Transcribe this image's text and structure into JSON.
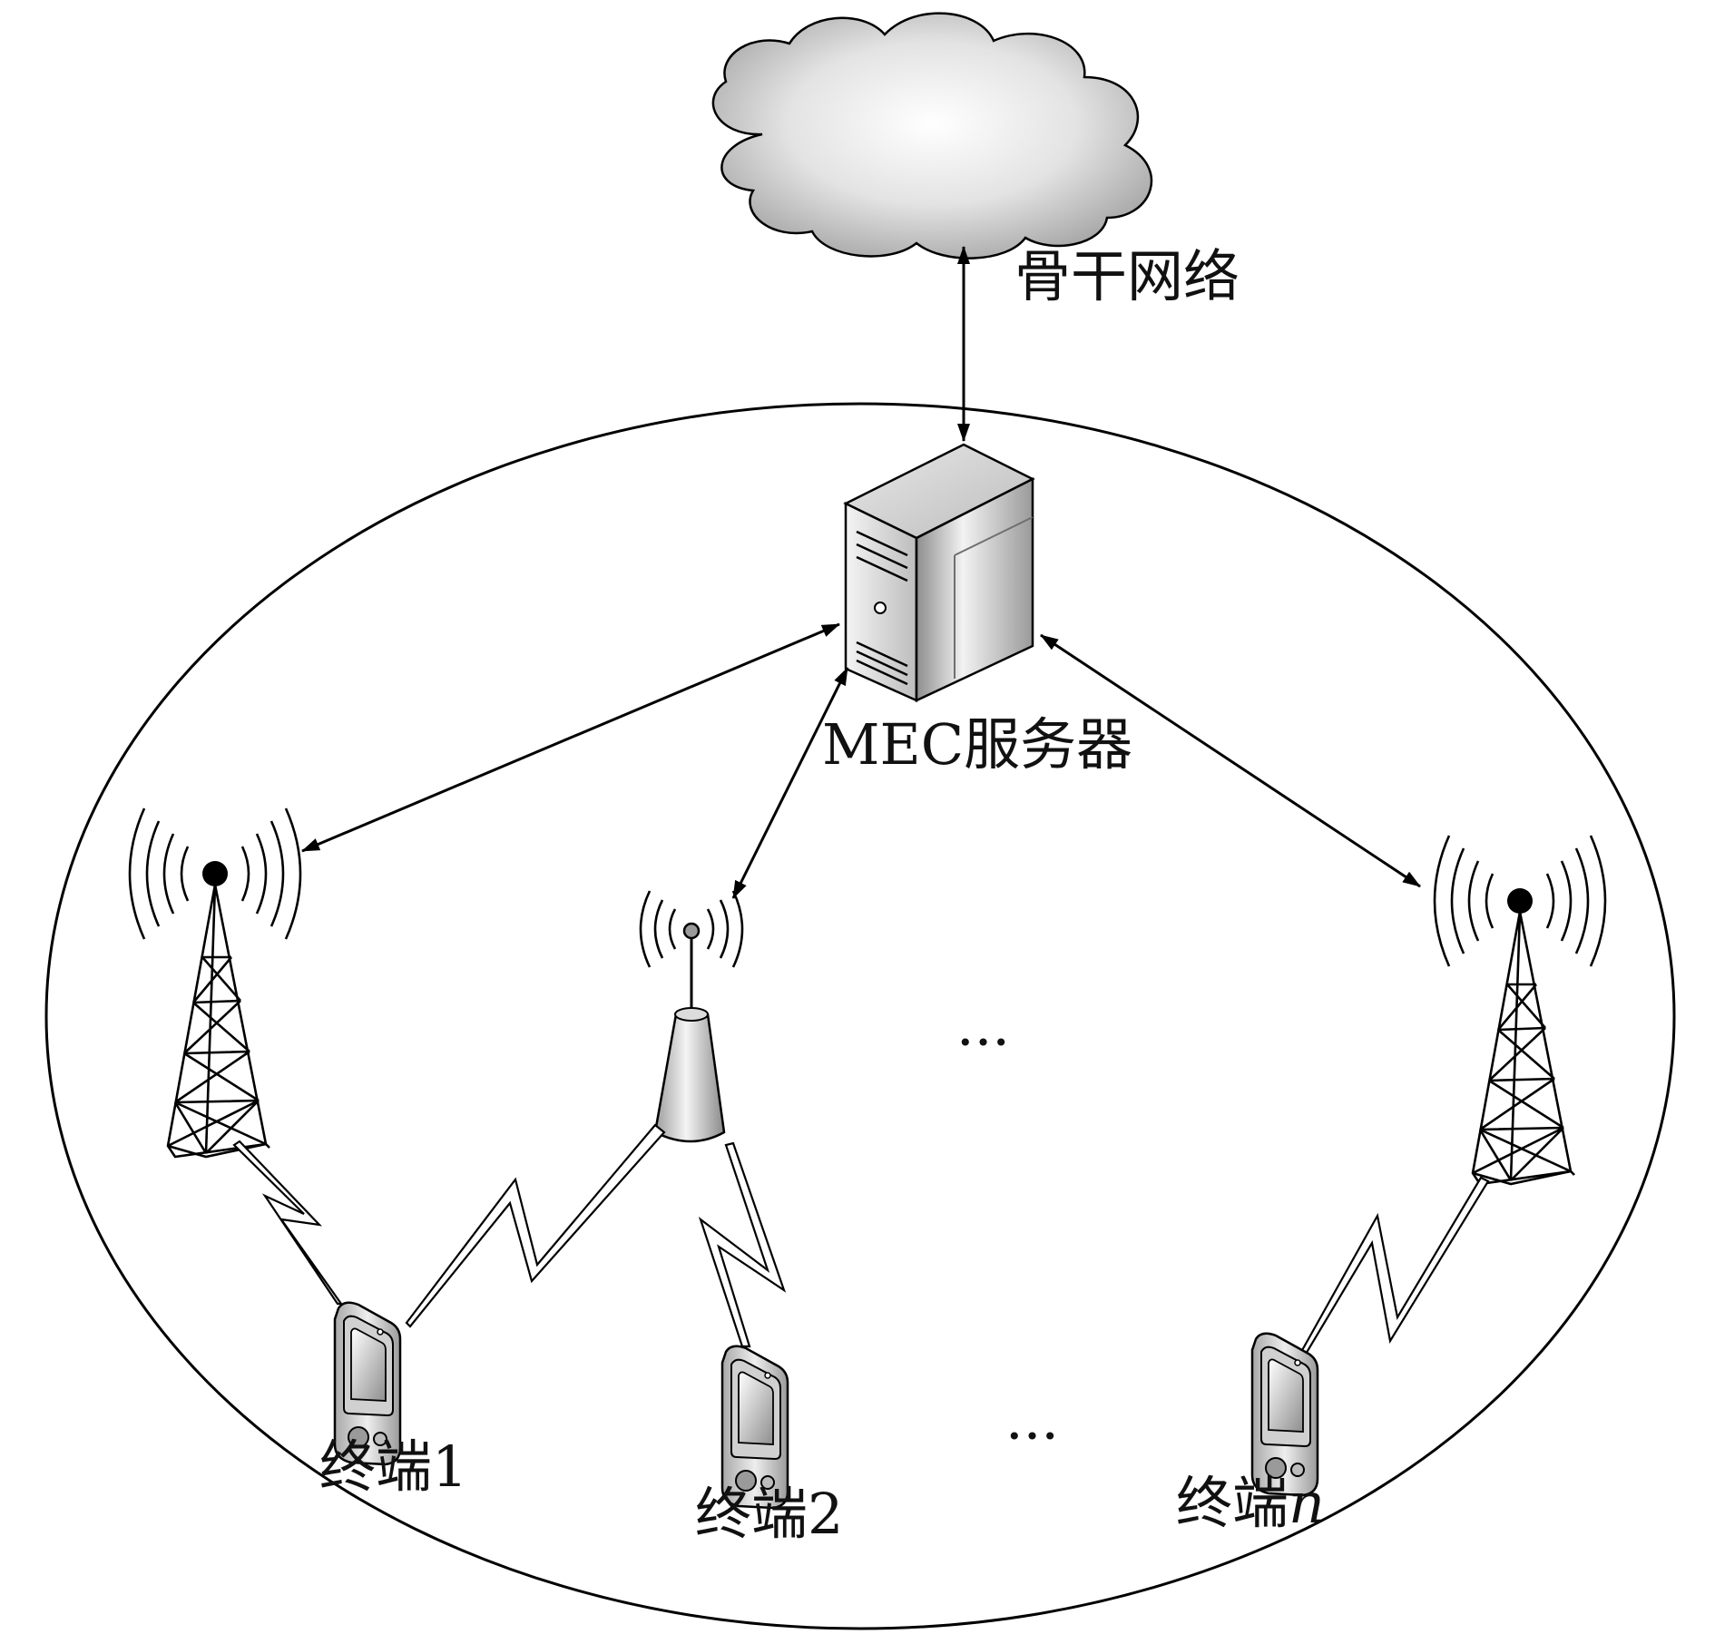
{
  "labels": {
    "backbone": "骨干网络",
    "mec_server": "MEC服务器",
    "terminal_1": "终端1",
    "terminal_2": "终端2",
    "terminal_n_prefix": "终端",
    "terminal_n_suffix": "n",
    "ellipsis_top": "···",
    "ellipsis_bottom": "···"
  },
  "icons": {
    "cloud": "cloud-icon",
    "server": "server-icon",
    "tower_left": "cell-tower-icon",
    "tower_right": "cell-tower-icon",
    "small_cell": "small-cell-antenna-icon",
    "phone": "mobile-phone-icon"
  },
  "colors": {
    "line": "#000000",
    "cloud_fill": "#d9d9d9",
    "server_fill": "#cfcfcf",
    "background": "#ffffff"
  }
}
